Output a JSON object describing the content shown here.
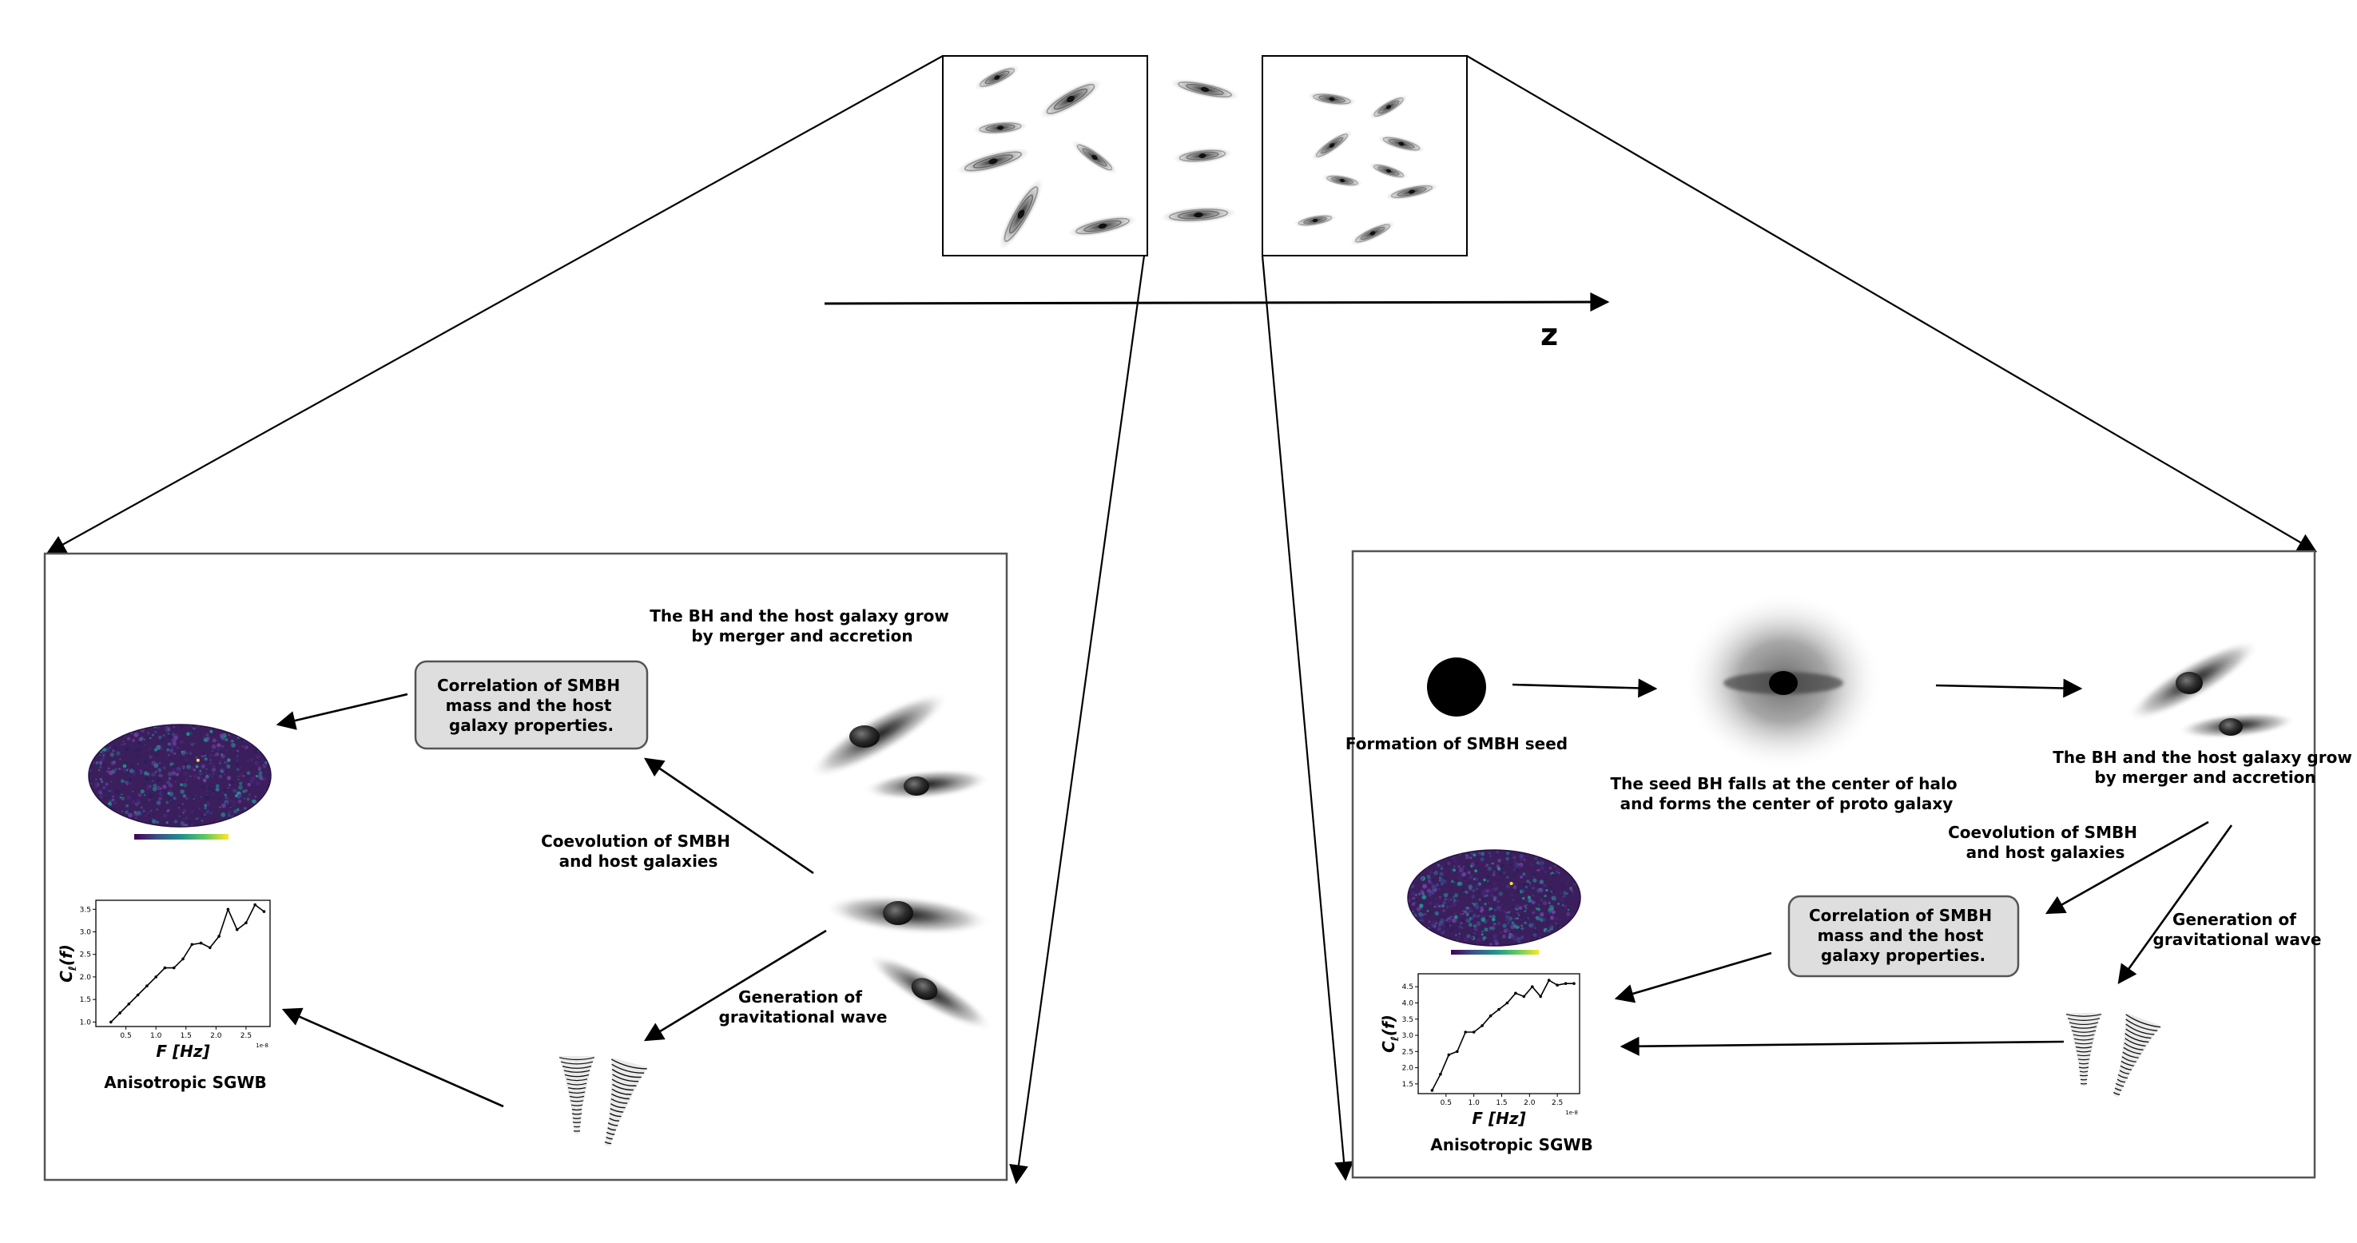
{
  "colors": {
    "accent_line": "#000000",
    "box_fill": "#dedede",
    "box_stroke": "#555555",
    "skymap_base": "#3b1f5c",
    "colorbar": [
      "#440154",
      "#3b528b",
      "#21918c",
      "#5ec962",
      "#fde725"
    ]
  },
  "top": {
    "z_label": "z"
  },
  "left_panel": {
    "grow_label": [
      "The BH and the host galaxy grow",
      "by merger and accretion"
    ],
    "correlation_box": [
      "Correlation of SMBH",
      "mass and the host",
      "galaxy properties."
    ],
    "coevolution_label": [
      "Coevolution of SMBH",
      "and host galaxies"
    ],
    "gw_label": [
      "Generation of",
      "gravitational wave"
    ],
    "sgwb_label": "Anisotropic SGWB",
    "skymap_icon": "anisotropy-skymap",
    "gw_icon": "gravitational-wave-funnels"
  },
  "right_panel": {
    "seed_label": "Formation of SMBH seed",
    "halo_label": [
      "The seed BH falls at the center of halo",
      "and forms the center of proto galaxy"
    ],
    "grow_label": [
      "The BH and the host galaxy grow",
      "by merger and accretion"
    ],
    "coevolution_label": [
      "Coevolution of SMBH",
      "and host galaxies"
    ],
    "gw_label": [
      "Generation of",
      "gravitational wave"
    ],
    "correlation_box": [
      "Correlation of SMBH",
      "mass and the host",
      "galaxy properties."
    ],
    "sgwb_label": "Anisotropic SGWB",
    "skymap_icon": "anisotropy-skymap",
    "gw_icon": "gravitational-wave-funnels"
  },
  "plots": {
    "left": {
      "x": [
        0.25,
        0.4,
        0.55,
        0.7,
        0.85,
        1.0,
        1.15,
        1.3,
        1.45,
        1.6,
        1.75,
        1.9,
        2.05,
        2.2,
        2.35,
        2.5,
        2.65,
        2.8
      ],
      "y": [
        1.0,
        1.2,
        1.4,
        1.6,
        1.8,
        2.0,
        2.2,
        2.2,
        2.4,
        2.72,
        2.75,
        2.65,
        2.9,
        3.5,
        3.05,
        3.2,
        3.6,
        3.45
      ],
      "xlim": [
        0.0,
        2.9
      ],
      "ylim": [
        0.9,
        3.7
      ],
      "xticks": [
        "0.5",
        "1.0",
        "1.5",
        "2.0",
        "2.5"
      ],
      "yticks": [
        "1.0",
        "1.5",
        "2.0",
        "2.5",
        "3.0",
        "3.5"
      ],
      "xlabel": "F [Hz]",
      "ylabel": "C",
      "ylabel_sub": "ℓ",
      "ylabel_tail": "(f)",
      "offset_text": "1e-8"
    },
    "right": {
      "x": [
        0.25,
        0.4,
        0.55,
        0.7,
        0.85,
        1.0,
        1.15,
        1.3,
        1.45,
        1.6,
        1.75,
        1.9,
        2.05,
        2.2,
        2.35,
        2.5,
        2.65,
        2.8
      ],
      "y": [
        1.3,
        1.8,
        2.4,
        2.5,
        3.1,
        3.1,
        3.3,
        3.6,
        3.8,
        4.0,
        4.3,
        4.2,
        4.5,
        4.2,
        4.7,
        4.55,
        4.6,
        4.6
      ],
      "xlim": [
        0.0,
        2.9
      ],
      "ylim": [
        1.2,
        4.9
      ],
      "xticks": [
        "0.5",
        "1.0",
        "1.5",
        "2.0",
        "2.5"
      ],
      "yticks": [
        "1.5",
        "2.0",
        "2.5",
        "3.0",
        "3.5",
        "4.0",
        "4.5"
      ],
      "xlabel": "F [Hz]",
      "ylabel": "C",
      "ylabel_sub": "ℓ",
      "ylabel_tail": "(f)",
      "offset_text": "1e-8"
    }
  }
}
